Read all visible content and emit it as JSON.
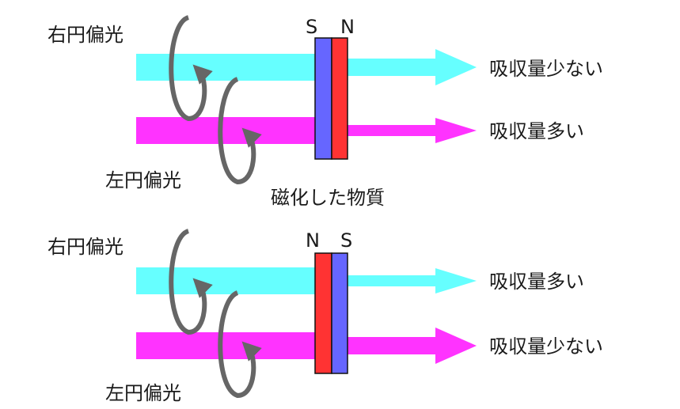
{
  "top": {
    "right_label": "右円偏光",
    "left_label": "左円偏光",
    "pole_left": "S",
    "pole_right": "N",
    "outcome_upper": "吸収量少ない",
    "outcome_lower": "吸収量多い"
  },
  "middle_caption": "磁化した物質",
  "bottom": {
    "right_label": "右円偏光",
    "left_label": "左円偏光",
    "pole_left": "N",
    "pole_right": "S",
    "outcome_upper": "吸収量多い",
    "outcome_lower": "吸収量少ない"
  },
  "colors": {
    "cyan_beam": "#66ffff",
    "magenta_beam": "#ff33ff",
    "south_pole": "#6666ff",
    "north_pole": "#ff3333",
    "rotation_arrow": "#666666"
  }
}
